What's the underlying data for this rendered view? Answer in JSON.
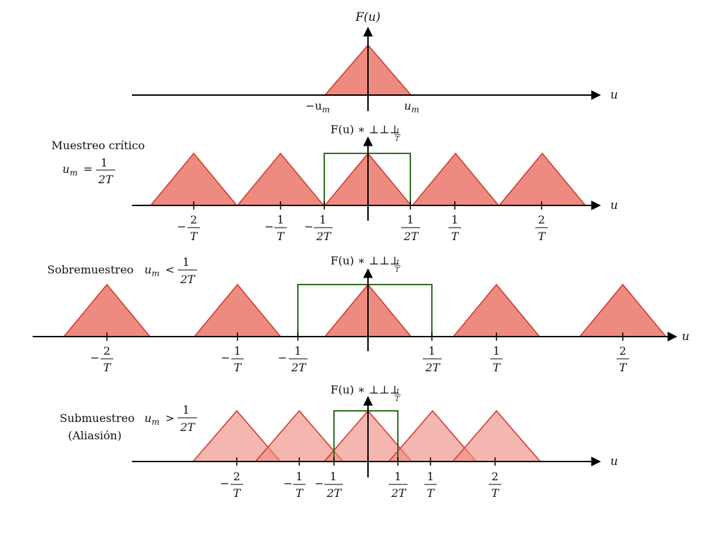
{
  "colors": {
    "triangle_fill": "#ed8b80",
    "triangle_fill_alias": "#f2aaa2",
    "triangle_stroke": "#d8392b",
    "window_stroke": "#2f6b1f",
    "axis": "#000000"
  },
  "axis_var": "u",
  "panel1": {
    "ylabel": "F(u)",
    "ticks": {
      "neg": "−u",
      "pos": "u",
      "sub": "m"
    }
  },
  "conv_label": {
    "main": "F(u) ∗ ⊥⊥⊥",
    "sub_num": "1",
    "sub_den": "T"
  },
  "panel2": {
    "caption_line1": "Muestreo crítico",
    "condition_lhs": "u",
    "condition_sub": "m",
    "condition_op": "=",
    "frac_num": "1",
    "frac_den": "2T",
    "tick_labels": [
      {
        "sign": "−",
        "num": "2",
        "den": "T"
      },
      {
        "sign": "−",
        "num": "1",
        "den": "T"
      },
      {
        "sign": "−",
        "num": "1",
        "den": "2T"
      },
      {
        "sign": "",
        "num": "1",
        "den": "2T"
      },
      {
        "sign": "",
        "num": "1",
        "den": "T"
      },
      {
        "sign": "",
        "num": "2",
        "den": "T"
      }
    ]
  },
  "panel3": {
    "caption": "Sobremuestreo",
    "condition_lhs": "u",
    "condition_sub": "m",
    "condition_op": "<",
    "frac_num": "1",
    "frac_den": "2T",
    "tick_labels": [
      {
        "sign": "−",
        "num": "2",
        "den": "T"
      },
      {
        "sign": "−",
        "num": "1",
        "den": "T"
      },
      {
        "sign": "−",
        "num": "1",
        "den": "2T"
      },
      {
        "sign": "",
        "num": "1",
        "den": "2T"
      },
      {
        "sign": "",
        "num": "1",
        "den": "T"
      },
      {
        "sign": "",
        "num": "2",
        "den": "T"
      }
    ]
  },
  "panel4": {
    "caption_line1": "Submuestreo",
    "caption_line2": "(Aliasión)",
    "condition_lhs": "u",
    "condition_sub": "m",
    "condition_op": ">",
    "frac_num": "1",
    "frac_den": "2T",
    "tick_labels": [
      {
        "sign": "−",
        "num": "2",
        "den": "T"
      },
      {
        "sign": "−",
        "num": "1",
        "den": "T"
      },
      {
        "sign": "−",
        "num": "1",
        "den": "2T"
      },
      {
        "sign": "",
        "num": "1",
        "den": "2T"
      },
      {
        "sign": "",
        "num": "1",
        "den": "T"
      },
      {
        "sign": "",
        "num": "2",
        "den": "T"
      }
    ]
  }
}
